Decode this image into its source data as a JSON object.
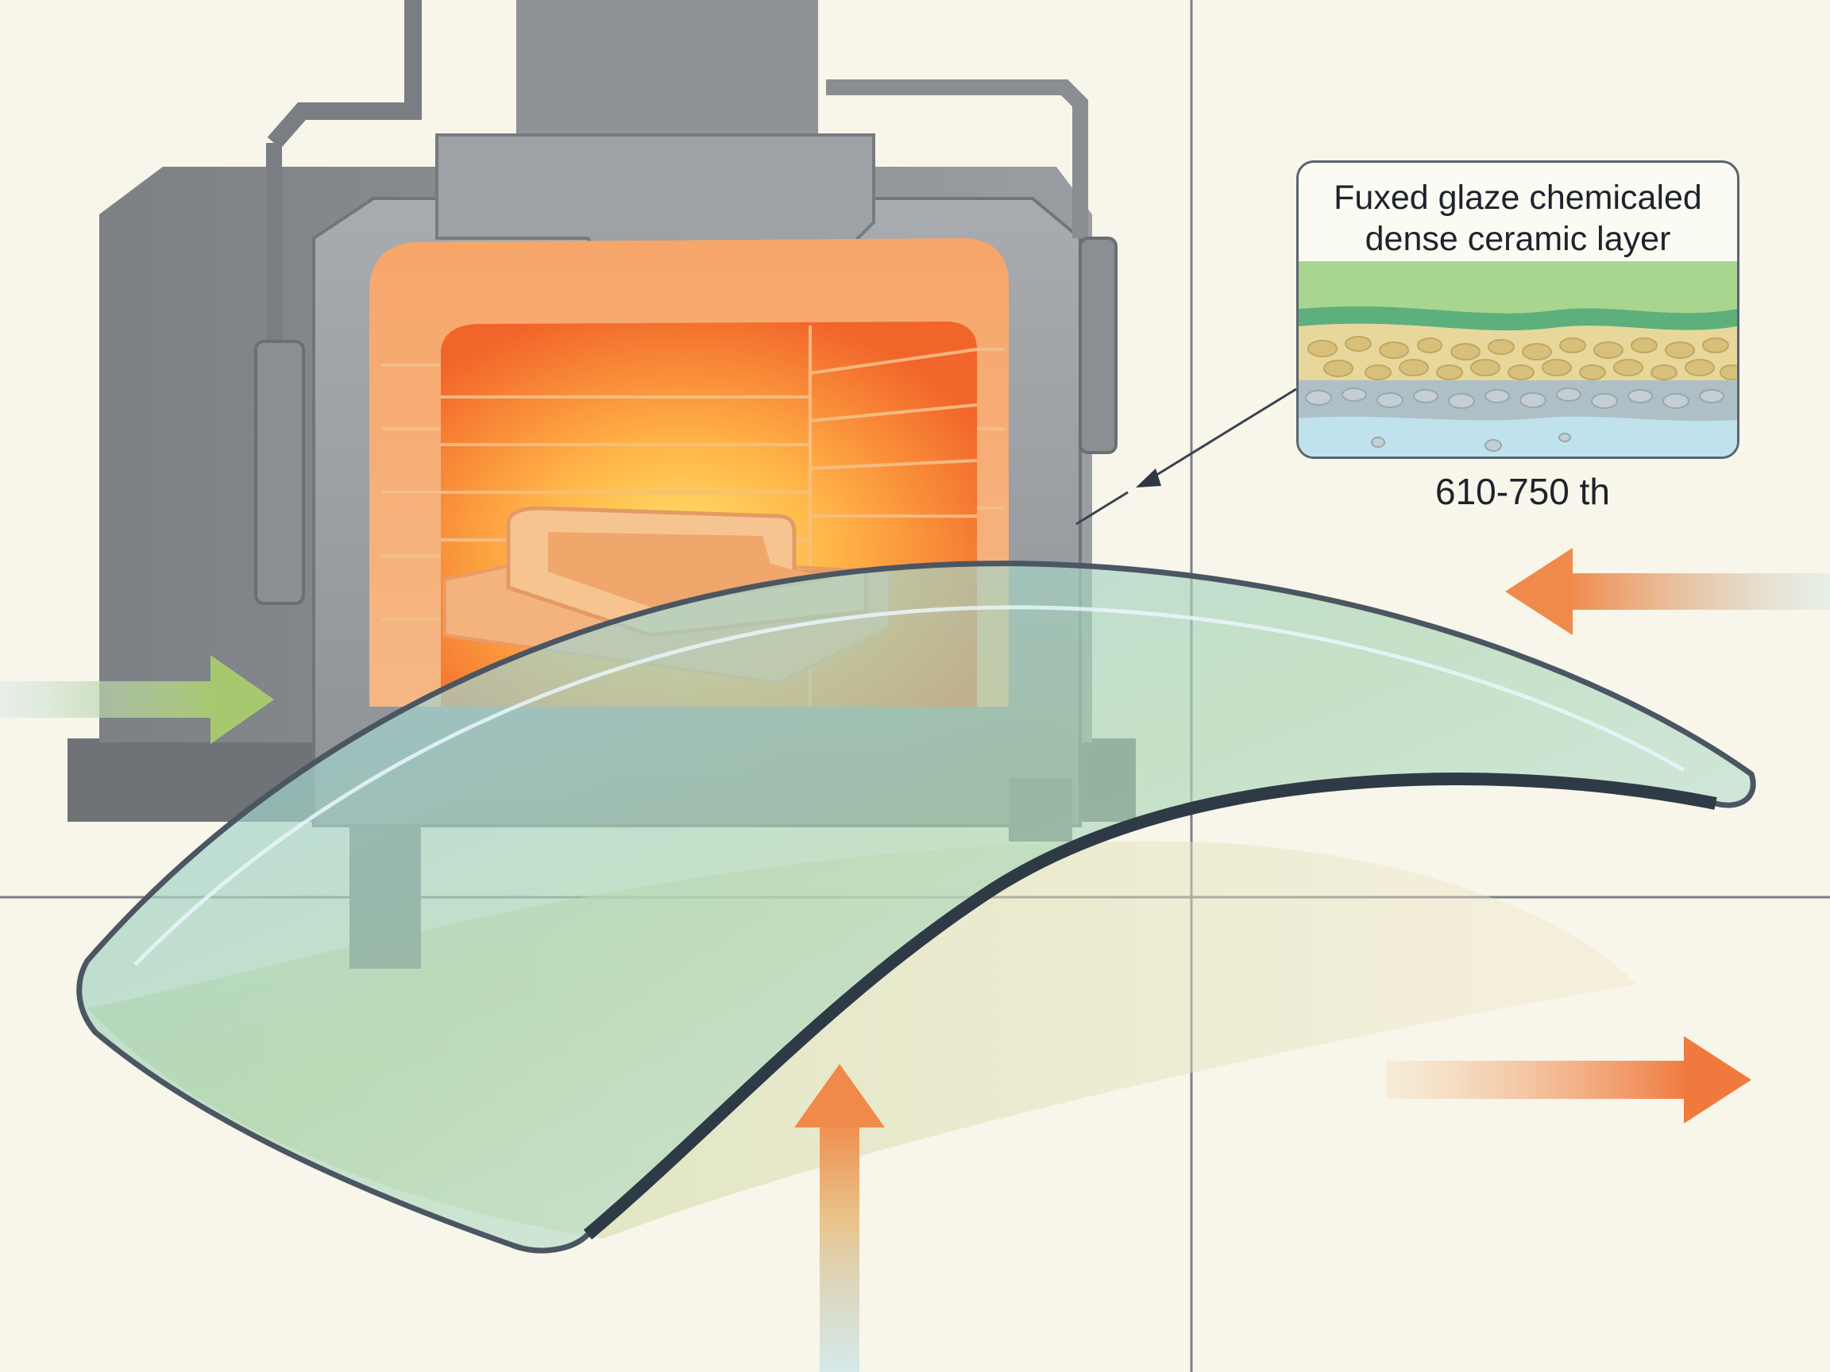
{
  "callout": {
    "line1": "Fuxed glaze chemicaled",
    "line2": "dense ceramic layer"
  },
  "temperature_label": "610-750 th",
  "colors": {
    "background": "#f8f5ea",
    "furnace_body": "#8a8d91",
    "furnace_glow": "#ff8a2a",
    "glaze_green": "#9ccf8a",
    "glaze_blue": "#bfe2ec",
    "glass_panel": "#7fc3dc",
    "arrow_orange": "#f08a4a",
    "arrow_green": "#a8c870"
  }
}
